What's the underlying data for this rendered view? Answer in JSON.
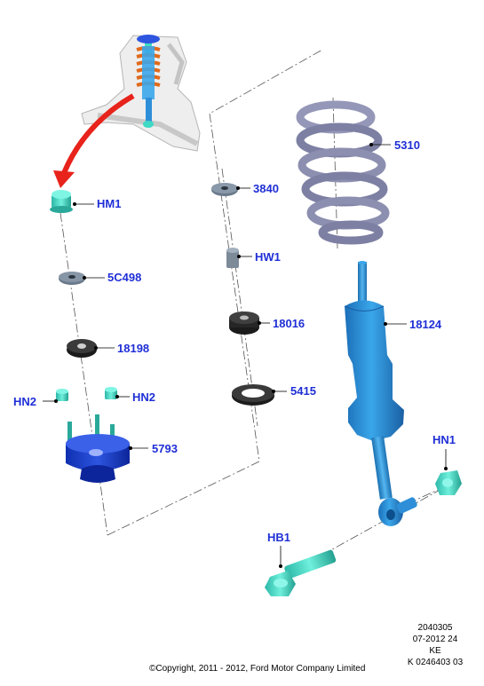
{
  "callouts": {
    "hm1": "HM1",
    "p5c498": "5C498",
    "p18198": "18198",
    "hn2_left": "HN2",
    "hn2_right": "HN2",
    "p5793": "5793",
    "p3840": "3840",
    "hw1": "HW1",
    "p18016": "18016",
    "p5415": "5415",
    "p5310": "5310",
    "p18124": "18124",
    "hn1": "HN1",
    "hb1": "HB1"
  },
  "info_block": {
    "line1": "2040305",
    "line2": "07-2012 24",
    "line3": "KE",
    "line4": "K 0246403 03"
  },
  "copyright": "©Copyright, 2011 - 2012, Ford Motor Company Limited",
  "colors": {
    "label_blue": "#1f2fd6",
    "part_blue": "#2e8fd8",
    "fastener_teal": "#3fd9c4",
    "spring_grey": "#8d8fb0",
    "arrow_red": "#e8231b"
  }
}
